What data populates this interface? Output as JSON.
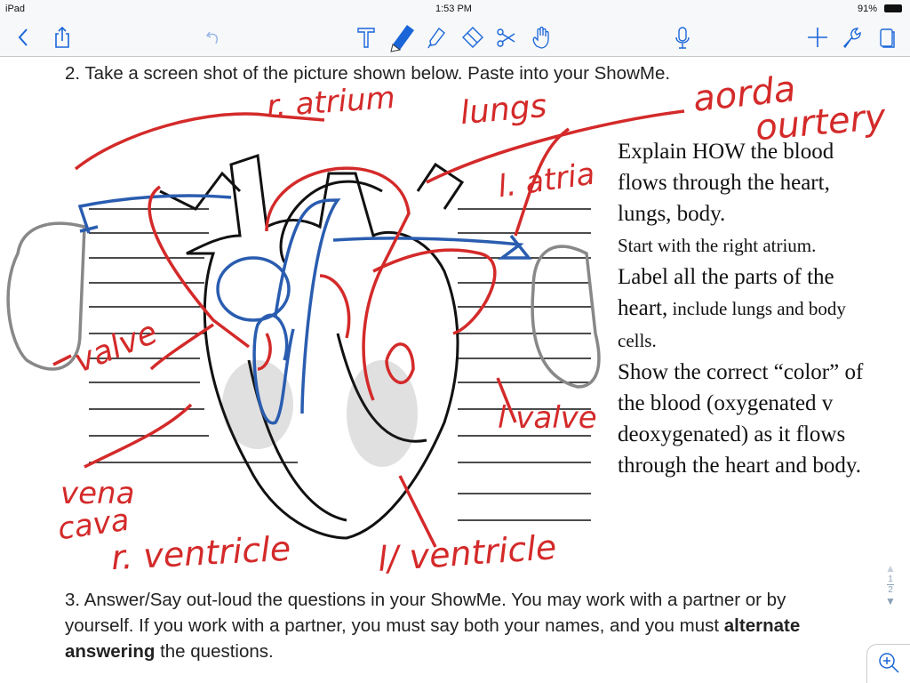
{
  "status": {
    "device": "iPad",
    "time": "1:53 PM",
    "battery": "91%"
  },
  "toolbar": {
    "icons": [
      "back-icon",
      "share-icon",
      "undo-icon",
      "text-tool-icon",
      "pen-icon",
      "highlighter-icon",
      "eraser-icon",
      "scissors-icon",
      "hand-icon",
      "microphone-icon",
      "add-icon",
      "wrench-icon",
      "pages-icon"
    ],
    "accent": "#1a66d9"
  },
  "document": {
    "q2": "2.  Take a screen shot of the picture shown below.  Paste into your ShowMe.",
    "explain": {
      "l1": "Explain HOW the blood flows through the heart, lungs, body.",
      "l2": "Start with the right atrium.",
      "l3a": "Label all the parts of the heart,",
      "l3b": " include lungs and body cells.",
      "l4": "Show the correct “color” of the blood (oxygenated v deoxygenated) as it flows through the heart and body."
    },
    "q3a": "3.  Answer/Say out-loud the questions in your ShowMe.  You may work with a partner or by yourself.  If you work with a partner, you must say both your names, and you must ",
    "q3bold": "alternate answering",
    "q3b": " the questions."
  },
  "annotations": {
    "r_atrium": "r. atrium",
    "lungs": "lungs",
    "aorta": "aorda",
    "artery": "ourtery",
    "l_atria": "l. atria",
    "valve_r": "valve",
    "valve_l": "l valve",
    "vena": "vena",
    "cava": "cava",
    "r_ventricle": "r. ventricle",
    "l_ventricle": "l/ ventricle",
    "ink_colors": {
      "red": "#d42a2a",
      "blue": "#2a5db0",
      "gray": "#888888"
    }
  },
  "pager": {
    "current": "1",
    "total": "2"
  }
}
